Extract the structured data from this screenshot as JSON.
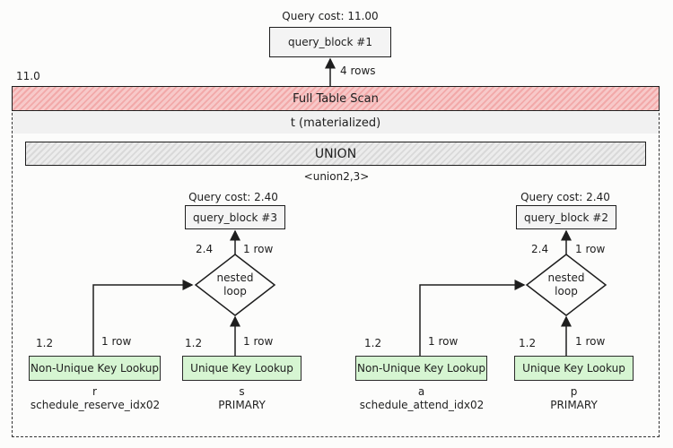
{
  "top": {
    "cost_label": "Query cost: 11.00",
    "block_label": "query_block #1",
    "rows_label": "4 rows",
    "cost_value": "11.0"
  },
  "scan": {
    "label": "Full Table Scan",
    "table_label": "t (materialized)"
  },
  "union": {
    "label": "UNION",
    "name": "<union2,3>"
  },
  "left": {
    "cost_label": "Query cost: 2.40",
    "block_label": "query_block #3",
    "loop_cost": "2.4",
    "loop_rows": "1 row",
    "loop_label_1": "nested",
    "loop_label_2": "loop",
    "a_cost": "1.2",
    "a_rows": "1 row",
    "a_label": "Non-Unique Key Lookup",
    "a_table": "r",
    "a_key": "schedule_reserve_idx02",
    "b_cost": "1.2",
    "b_rows": "1 row",
    "b_label": "Unique Key Lookup",
    "b_table": "s",
    "b_key": "PRIMARY"
  },
  "right": {
    "cost_label": "Query cost: 2.40",
    "block_label": "query_block #2",
    "loop_cost": "2.4",
    "loop_rows": "1 row",
    "loop_label_1": "nested",
    "loop_label_2": "loop",
    "a_cost": "1.2",
    "a_rows": "1 row",
    "a_label": "Non-Unique Key Lookup",
    "a_table": "a",
    "a_key": "schedule_attend_idx02",
    "b_cost": "1.2",
    "b_rows": "1 row",
    "b_label": "Unique Key Lookup",
    "b_table": "p",
    "b_key": "PRIMARY"
  },
  "colors": {
    "scan_fill": "#f2a9a9",
    "union_fill": "#d9d9d9",
    "lookup_fill": "#d6f5d2",
    "stroke": "#1e1e1e"
  }
}
